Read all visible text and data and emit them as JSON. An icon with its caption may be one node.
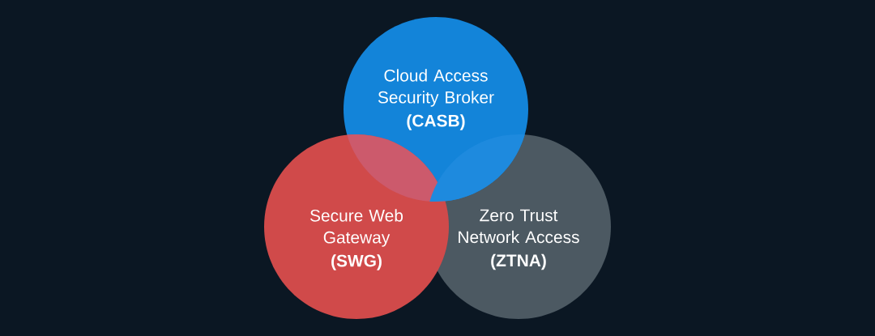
{
  "diagram": {
    "nodes": [
      {
        "text": [
          "Cloud Access Security Broker",
          "(CASB)"
        ]
      },
      {
        "text": [
          "Secure Web Gateway",
          "(SWG)"
        ]
      },
      {
        "text": [
          "Zero Trust Network Access",
          "(ZTNA)"
        ]
      }
    ]
  }
}
